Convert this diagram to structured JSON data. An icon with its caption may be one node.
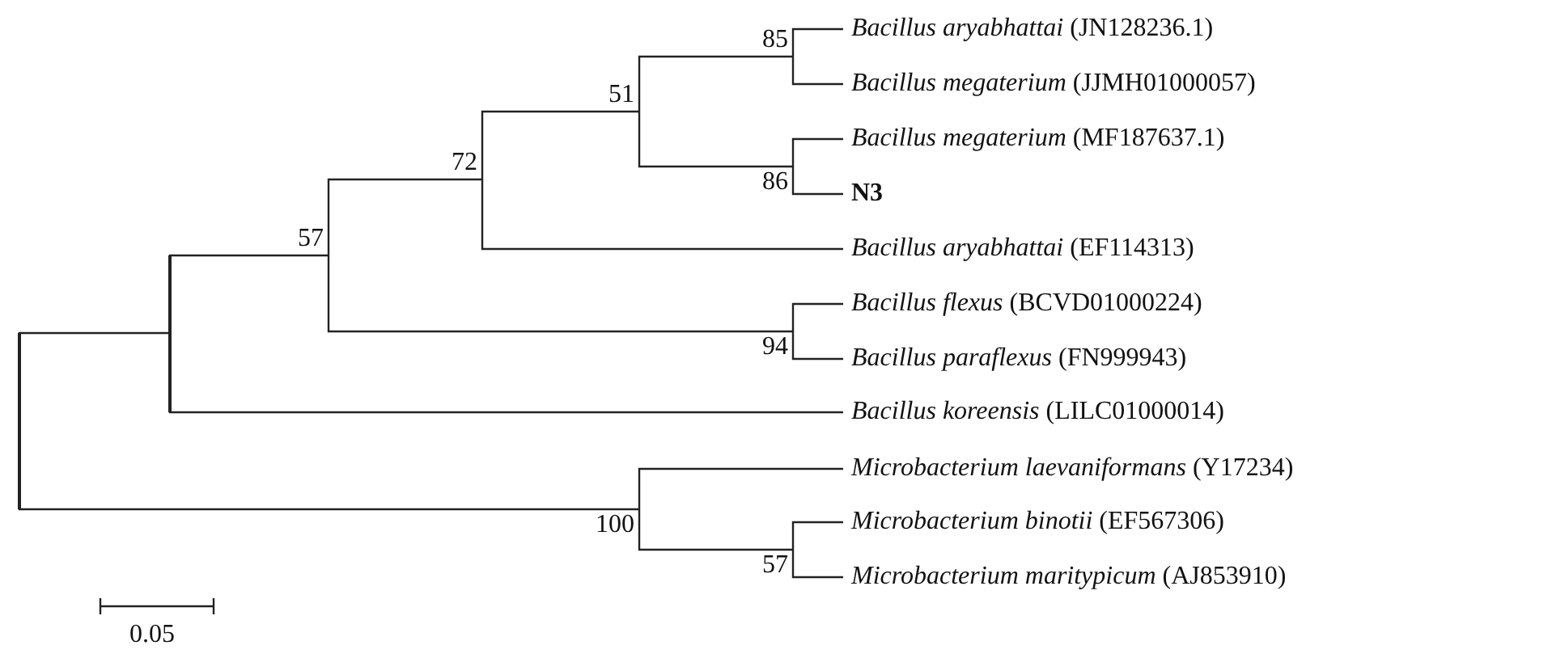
{
  "diagram": {
    "nodes": [
      {
        "text": [],
        "shape": "point"
      },
      {
        "text": [],
        "shape": "point"
      },
      {
        "text": [
          "57"
        ]
      },
      {
        "text": [
          "72"
        ]
      },
      {
        "text": [
          "51"
        ]
      },
      {
        "text": [
          "85"
        ]
      },
      {
        "text": [
          "*Bacillus aryabhattai* (JN128236.1)"
        ]
      },
      {
        "text": [
          "*Bacillus megaterium* (JJMH01000057)"
        ]
      },
      {
        "text": [
          "86"
        ]
      },
      {
        "text": [
          "*Bacillus megaterium* (MF187637.1)"
        ]
      },
      {
        "text": [
          "N3"
        ]
      },
      {
        "text": [
          "*Bacillus aryabhattai* (EF114313)"
        ]
      },
      {
        "text": [
          "94"
        ]
      },
      {
        "text": [
          "*Bacillus flexus* (BCVD01000224)"
        ]
      },
      {
        "text": [
          "*Bacillus paraflexus* (FN999943)"
        ]
      },
      {
        "text": [
          "*Bacillus koreensis* (LILC01000014)"
        ]
      },
      {
        "text": [
          "100"
        ]
      },
      {
        "text": [
          "*Microbacterium laevaniformans* (Y17234)"
        ]
      },
      {
        "text": [
          "57"
        ]
      },
      {
        "text": [
          "*Microbacterium binotii* (EF567306)"
        ]
      },
      {
        "text": [
          "*Microbacterium maritypicum* (AJ853910)"
        ]
      }
    ],
    "edges": [
      {
        "from": 0,
        "to": 1,
        "arrow": "none"
      },
      {
        "from": 0,
        "to": 16,
        "arrow": "none"
      },
      {
        "from": 1,
        "to": 2,
        "arrow": "none"
      },
      {
        "from": 1,
        "to": 15,
        "arrow": "none"
      },
      {
        "from": 2,
        "to": 3,
        "arrow": "none"
      },
      {
        "from": 2,
        "to": 12,
        "arrow": "none"
      },
      {
        "from": 3,
        "to": 4,
        "arrow": "none"
      },
      {
        "from": 3,
        "to": 11,
        "arrow": "none"
      },
      {
        "from": 4,
        "to": 5,
        "arrow": "none"
      },
      {
        "from": 4,
        "to": 8,
        "arrow": "none"
      },
      {
        "from": 5,
        "to": 6,
        "arrow": "none"
      },
      {
        "from": 5,
        "to": 7,
        "arrow": "none"
      },
      {
        "from": 8,
        "to": 9,
        "arrow": "none"
      },
      {
        "from": 8,
        "to": 10,
        "arrow": "none"
      },
      {
        "from": 12,
        "to": 13,
        "arrow": "none"
      },
      {
        "from": 12,
        "to": 14,
        "arrow": "none"
      },
      {
        "from": 16,
        "to": 17,
        "arrow": "none"
      },
      {
        "from": 16,
        "to": 18,
        "arrow": "none"
      },
      {
        "from": 18,
        "to": 19,
        "arrow": "none"
      },
      {
        "from": 18,
        "to": 20,
        "arrow": "none"
      }
    ],
    "labels": [
      "0.05"
    ]
  }
}
